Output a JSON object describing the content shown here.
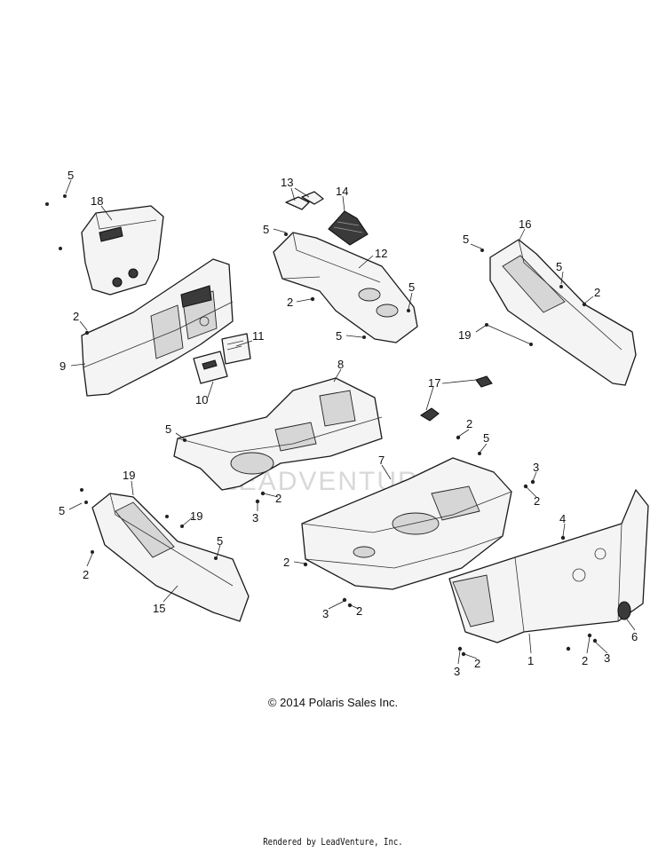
{
  "watermark": "LEADVENTURE",
  "copyright": "© 2014 Polaris Sales Inc.",
  "rendered_by": "Rendered by LeadVenture, Inc.",
  "callouts": [
    {
      "id": "c-5-a",
      "text": "5"
    },
    {
      "id": "c-18",
      "text": "18"
    },
    {
      "id": "c-13",
      "text": "13"
    },
    {
      "id": "c-14",
      "text": "14"
    },
    {
      "id": "c-5-b",
      "text": "5"
    },
    {
      "id": "c-12",
      "text": "12"
    },
    {
      "id": "c-16",
      "text": "16"
    },
    {
      "id": "c-5-c",
      "text": "5"
    },
    {
      "id": "c-5-d",
      "text": "5"
    },
    {
      "id": "c-2-a",
      "text": "2"
    },
    {
      "id": "c-2-b",
      "text": "2"
    },
    {
      "id": "c-2-c",
      "text": "2"
    },
    {
      "id": "c-5-e",
      "text": "5"
    },
    {
      "id": "c-11",
      "text": "11"
    },
    {
      "id": "c-5-f",
      "text": "5"
    },
    {
      "id": "c-19-a",
      "text": "19"
    },
    {
      "id": "c-9",
      "text": "9"
    },
    {
      "id": "c-8",
      "text": "8"
    },
    {
      "id": "c-10",
      "text": "10"
    },
    {
      "id": "c-17",
      "text": "17"
    },
    {
      "id": "c-5-g",
      "text": "5"
    },
    {
      "id": "c-2-d",
      "text": "2"
    },
    {
      "id": "c-5-h",
      "text": "5"
    },
    {
      "id": "c-7",
      "text": "7"
    },
    {
      "id": "c-3-a",
      "text": "3"
    },
    {
      "id": "c-19-b",
      "text": "19"
    },
    {
      "id": "c-2-e",
      "text": "2"
    },
    {
      "id": "c-2-f",
      "text": "2"
    },
    {
      "id": "c-5-i",
      "text": "5"
    },
    {
      "id": "c-3-b",
      "text": "3"
    },
    {
      "id": "c-19-c",
      "text": "19"
    },
    {
      "id": "c-4",
      "text": "4"
    },
    {
      "id": "c-5-j",
      "text": "5"
    },
    {
      "id": "c-2-g",
      "text": "2"
    },
    {
      "id": "c-2-h",
      "text": "2"
    },
    {
      "id": "c-15",
      "text": "15"
    },
    {
      "id": "c-3-c",
      "text": "3"
    },
    {
      "id": "c-2-i",
      "text": "2"
    },
    {
      "id": "c-6",
      "text": "6"
    },
    {
      "id": "c-3-d",
      "text": "3"
    },
    {
      "id": "c-2-j",
      "text": "2"
    },
    {
      "id": "c-1",
      "text": "1"
    },
    {
      "id": "c-2-k",
      "text": "2"
    },
    {
      "id": "c-3-e",
      "text": "3"
    }
  ]
}
